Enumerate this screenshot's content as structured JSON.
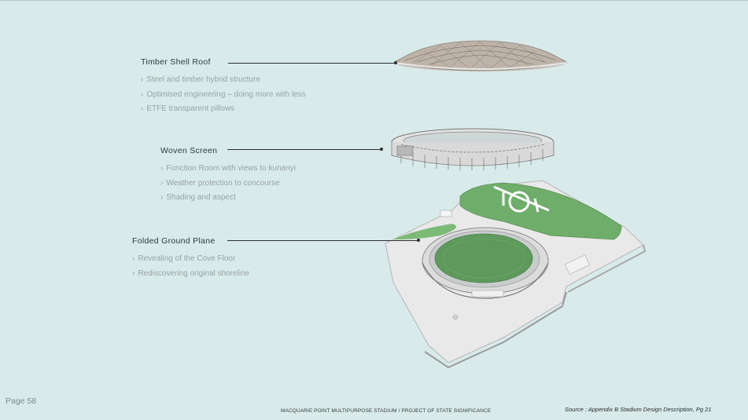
{
  "sections": [
    {
      "title": "Timber Shell Roof",
      "bullets": [
        "Steel and timber hybrid structure",
        "Optimised engineering – doing more with less",
        "ETFE transparent pillows"
      ]
    },
    {
      "title": "Woven Screen",
      "bullets": [
        "Function Room with views to kunanyi",
        "Weather protection to concourse",
        "Shading and aspect"
      ]
    },
    {
      "title": "Folded Ground Plane",
      "bullets": [
        "Revealing of the Cove Floor",
        "Rediscovering original shoreline"
      ]
    }
  ],
  "bullet_marker": "›",
  "footer": {
    "page": "Page 58",
    "center": "MACQUARIE POINT MULTIPURPOSE STADIUM / PROJECT OF STATE SIGNIFICANCE",
    "source": "Source : Appendix B Stadium Design Description, Pg 21"
  },
  "colors": {
    "background": "#d8eaea",
    "grass": "#6fae6a",
    "pitch": "#5d9a5c",
    "concrete": "#e6e6e6"
  }
}
